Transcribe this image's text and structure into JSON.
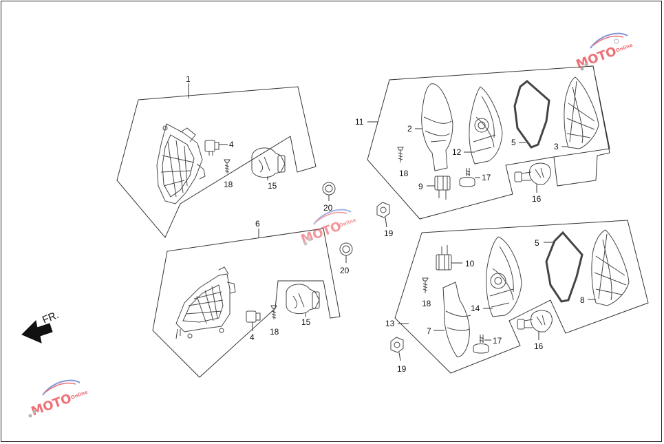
{
  "diagram": {
    "direction_label": "FR.",
    "callouts": {
      "c1": "1",
      "c2": "2",
      "c3": "3",
      "c4a": "4",
      "c4b": "4",
      "c5a": "5",
      "c5b": "5",
      "c6": "6",
      "c7": "7",
      "c8": "8",
      "c9": "9",
      "c10": "10",
      "c11": "11",
      "c12": "12",
      "c13": "13",
      "c14": "14",
      "c15a": "15",
      "c15b": "15",
      "c16a": "16",
      "c16b": "16",
      "c17a": "17",
      "c17b": "17",
      "c18a": "18",
      "c18b": "18",
      "c18c": "18",
      "c18d": "18",
      "c19a": "19",
      "c19b": "19",
      "c20a": "20",
      "c20b": "20"
    }
  },
  "watermark": {
    "text": "MOTO",
    "subtext": "Online",
    "colors": {
      "red": "#e8424a",
      "blue": "#5a73c8",
      "gray": "#9a9a9a"
    }
  },
  "colors": {
    "line": "#222222",
    "part": "#444444"
  }
}
